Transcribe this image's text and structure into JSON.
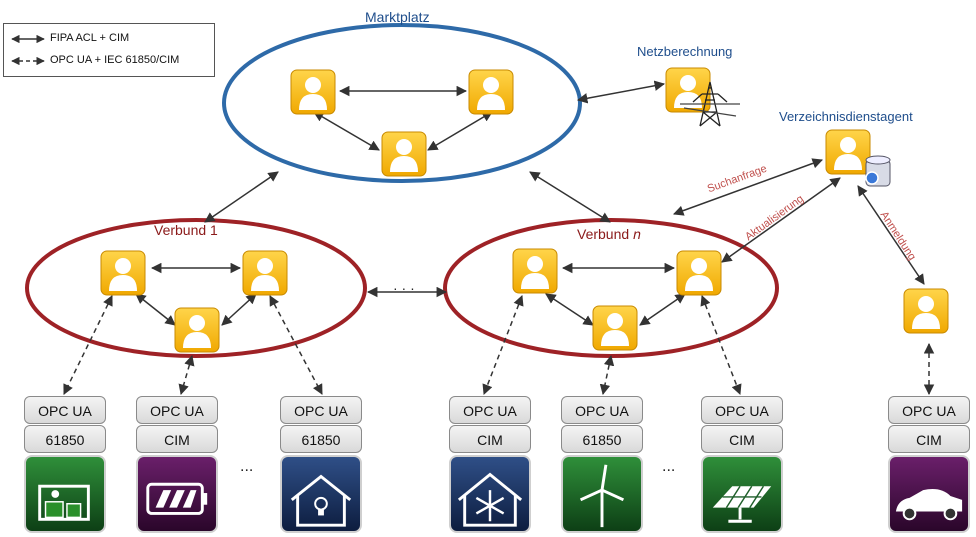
{
  "legend": {
    "solid": "FIPA ACL + CIM",
    "dashed": "OPC UA + IEC 61850/CIM"
  },
  "labels": {
    "marketplace": "Marktplatz",
    "grid_calc": "Netzberechnung",
    "directory": "Verzeichnisdienstagent",
    "group1": "Verbund 1",
    "groupn_prefix": "Verbund ",
    "groupn_suffix": "n",
    "search": "Suchanfrage",
    "update": "Aktualisierung",
    "register": "Anmeldung",
    "between_groups": "· · ·",
    "ellipsis_left": "...",
    "ellipsis_right": "..."
  },
  "stacks": [
    {
      "top": "OPC UA",
      "bottom": "61850",
      "device": "plant-icon"
    },
    {
      "top": "OPC UA",
      "bottom": "CIM",
      "device": "battery-icon"
    },
    {
      "top": "OPC UA",
      "bottom": "61850",
      "device": "smart-home-icon"
    },
    {
      "top": "OPC UA",
      "bottom": "CIM",
      "device": "cold-storage-icon"
    },
    {
      "top": "OPC UA",
      "bottom": "61850",
      "device": "wind-turbine-icon"
    },
    {
      "top": "OPC UA",
      "bottom": "CIM",
      "device": "solar-panel-icon"
    },
    {
      "top": "OPC UA",
      "bottom": "CIM",
      "device": "electric-car-icon"
    }
  ],
  "colors": {
    "agent_fill": "#f6b500",
    "marketplace_ring": "#2e6aa8",
    "group_ring": "#9e2226",
    "annotation_text": "#c0504d"
  }
}
